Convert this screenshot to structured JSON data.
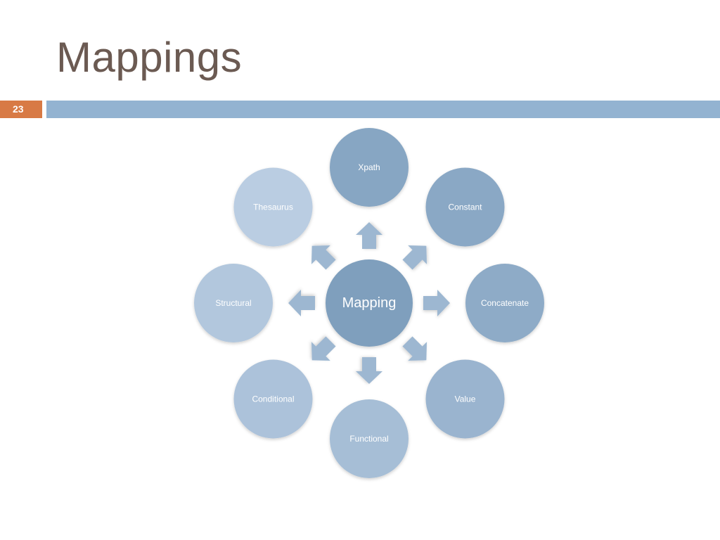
{
  "slide": {
    "title": "Mappings",
    "number": "23"
  },
  "diagram": {
    "center": {
      "label": "Mapping",
      "color": "#7f9fbd"
    },
    "nodes": [
      {
        "id": "xpath",
        "label": "Xpath",
        "color": "#87a6c3"
      },
      {
        "id": "constant",
        "label": "Constant",
        "color": "#8aa8c5"
      },
      {
        "id": "concatenate",
        "label": "Concatenate",
        "color": "#8eabc7"
      },
      {
        "id": "value",
        "label": "Value",
        "color": "#9ab4cf"
      },
      {
        "id": "functional",
        "label": "Functional",
        "color": "#a6bed6"
      },
      {
        "id": "conditional",
        "label": "Conditional",
        "color": "#acc2da"
      },
      {
        "id": "structural",
        "label": "Structural",
        "color": "#b2c7dd"
      },
      {
        "id": "thesaurus",
        "label": "Thesaurus",
        "color": "#bacde2"
      }
    ],
    "arrow_color": "#9db7d1"
  }
}
